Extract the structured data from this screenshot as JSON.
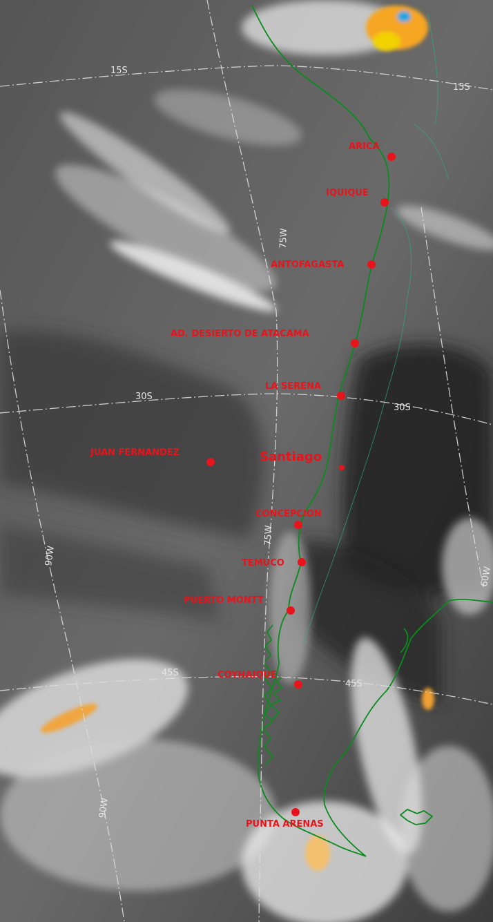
{
  "map": {
    "grid_labels": {
      "lat_15": "15S",
      "lat_15_east": "15S",
      "lat_30": "30S",
      "lat_30_east": "30S",
      "lat_45": "45S",
      "lat_45_east": "45S",
      "lon_75_north": "75W",
      "lon_75_south": "75W",
      "lon_90_north": "90W",
      "lon_60": "60W",
      "lon_90_south": "90W"
    },
    "cities": [
      {
        "name": "ARICA"
      },
      {
        "name": "IQUIQUE"
      },
      {
        "name": "ANTOFAGASTA"
      },
      {
        "name": "AD. DESIERTO DE ATACAMA"
      },
      {
        "name": "LA SERENA"
      },
      {
        "name": "JUAN FERNANDEZ"
      },
      {
        "name": "Santiago"
      },
      {
        "name": "CONCEPCION"
      },
      {
        "name": "TEMUCO"
      },
      {
        "name": "PUERTO MONTT"
      },
      {
        "name": "COYHAIQUE"
      },
      {
        "name": "PUNTA ARENAS"
      }
    ],
    "colors": {
      "marker": "#e8141c",
      "coastline": "#0b8a1e",
      "cold_cloud": "#f5a623"
    }
  }
}
